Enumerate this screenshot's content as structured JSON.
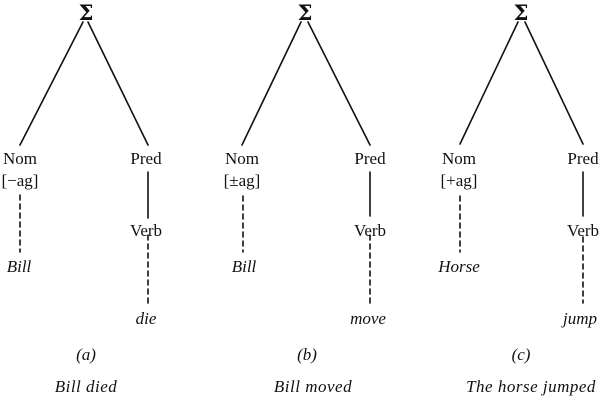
{
  "trees": [
    {
      "root": "Σ",
      "left_category": "Nom",
      "left_feature": "[−ag]",
      "left_word": "Bill",
      "right_category": "Pred",
      "right_sub": "Verb",
      "right_word": "die",
      "letter": "(a)",
      "caption": "Bill died"
    },
    {
      "root": "Σ",
      "left_category": "Nom",
      "left_feature": "[±ag]",
      "left_word": "Bill",
      "right_category": "Pred",
      "right_sub": "Verb",
      "right_word": "move",
      "letter": "(b)",
      "caption": "Bill moved"
    },
    {
      "root": "Σ",
      "left_category": "Nom",
      "left_feature": "[+ag]",
      "left_word": "Horse",
      "right_category": "Pred",
      "right_sub": "Verb",
      "right_word": "jump",
      "letter": "(c)",
      "caption": "The horse jumped"
    }
  ]
}
